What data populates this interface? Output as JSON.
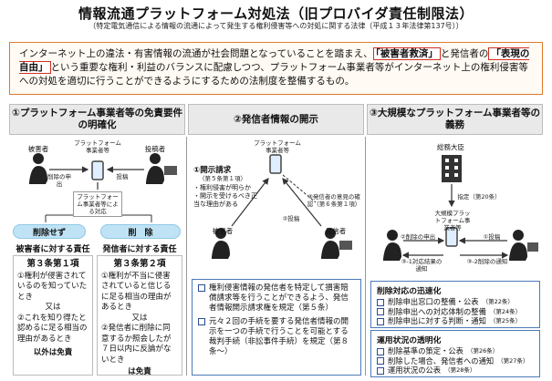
{
  "title": "情報流通プラットフォーム対処法（旧プロバイダ責任制限法）",
  "subtitle": "（特定電気通信による情報の流通によって発生する権利侵害等への対処に関する法律（平成１３年法律第137号））",
  "intro": {
    "part1": "インターネット上の違法・有害情報の流通が社会問題となっていることを踏まえ、",
    "hl1": "「被害者救済」",
    "part2": "と発信者の",
    "hl2": "「表現の自由」",
    "part3": "という重要な権利・利益のバランスに配慮しつつ、プラットフォーム事業者等がインターネット上の権利侵害等への対処を適切に行うことができるようにするための法制度を整備するもの。"
  },
  "col1": {
    "header": "①プラットフォーム事業者等の免責要件の明確化",
    "victim": "被害者",
    "sender": "投稿者",
    "platform": "プラットフォーム事業者等",
    "delete_request": "削除の申出",
    "post": "投稿",
    "response": "プラットフォーム事業者等による対応",
    "no_delete": "削除せず",
    "delete": "削　除",
    "resp_victim_title": "被害者に対する責任",
    "resp_sender_title": "発信者に対する責任",
    "box1": {
      "head": "第３条第１項",
      "lines": [
        "①権利が侵害されているのを知っていたとき",
        "又は",
        "②これを知り得たと認めるに足る相当の理由があるとき"
      ],
      "exempt": "以外は免責"
    },
    "box2": {
      "head": "第３条第２項",
      "lines": [
        "①権利が不当に侵害されていると信じるに足る相当の理由があるとき",
        "又は",
        "②発信者に削除に同意するか照会したが７日以内に反論がないとき"
      ],
      "exempt": "は免責"
    }
  },
  "col2": {
    "header": "②発信者情報の開示",
    "platform": "プラットフォーム事業者等",
    "request_title": "①開示請求",
    "request_ref": "（第５条第１項）",
    "request_conds": [
      "・権利侵害が明らか",
      "・開示を受けるべき正当な理由がある"
    ],
    "confirm": "③発信者の意見の確認（第６条第１項）",
    "step2": "②投稿",
    "victim": "被害者",
    "sender": "発信者",
    "bullets": [
      "権利侵害情報の発信者を特定して損害賠償請求等を行うことができるよう、発信者情報開示請求権を規定（第５条）",
      "元々２回の手続を要する発信者情報の開示を一つの手続で行うことを可能とする裁判手続（非訟事件手続）を規定（第８条〜）"
    ]
  },
  "col3": {
    "header": "③大規模なプラットフォーム事業者等の義務",
    "minister": "総務大臣",
    "designate": "指定（第20条）",
    "large_pf": "大規模プラットフォーム事業者等",
    "delete_req": "②削除の申出",
    "post": "①投稿",
    "notice1": "③-1対応結果の通知",
    "notice2": "③-2削除の通知",
    "speed": {
      "title": "削除対応の迅速化",
      "items": [
        {
          "text": "削除申出窓口の整備・公表",
          "ref": "（第22条）"
        },
        {
          "text": "削除申出への対応体制の整備",
          "ref": "（第24条）"
        },
        {
          "text": "削除申出に対する判断・通知",
          "ref": "（第25条）"
        }
      ]
    },
    "transparency": {
      "title": "運用状況の透明化",
      "items": [
        {
          "text": "削除基準の策定・公表",
          "ref": "（第26条）"
        },
        {
          "text": "削除した場合、発信者への通知",
          "ref": "（第27条）"
        },
        {
          "text": "運用状況の公表",
          "ref": "（第28条）"
        }
      ]
    }
  },
  "colors": {
    "accent_orange": "#e07a2a",
    "highlight_red": "#d03020",
    "pill_blue": "#bfe3f5",
    "border_blue": "#4a7ab8"
  }
}
